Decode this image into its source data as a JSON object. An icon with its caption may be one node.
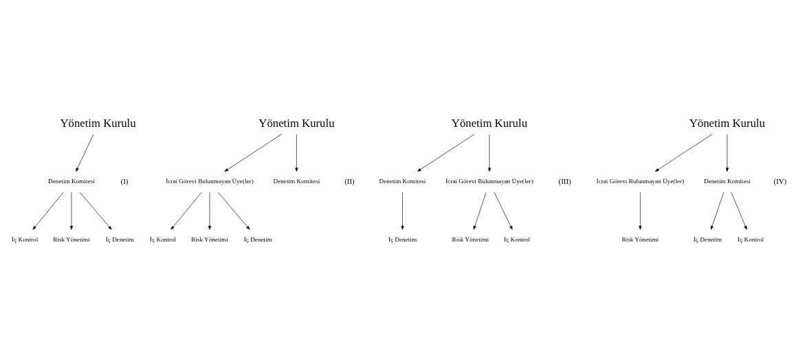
{
  "diagram": {
    "nodes": [
      {
        "text": [
          "Yönetim Kurulu"
        ]
      },
      {
        "text": [
          "Denetim Komitesi"
        ]
      },
      {
        "text": [
          "İç Kontrol"
        ]
      },
      {
        "text": [
          "Risk Yönetimi"
        ]
      },
      {
        "text": [
          "İç Denetim"
        ]
      },
      {
        "text": [
          "Yönetim Kurulu"
        ]
      },
      {
        "text": [
          "İcrai Görevi Bulunmayan Üye(ler)"
        ]
      },
      {
        "text": [
          "Denetim Komitesi"
        ]
      },
      {
        "text": [
          "İç Kontrol"
        ]
      },
      {
        "text": [
          "Risk Yönetimi"
        ]
      },
      {
        "text": [
          "İç Denetim"
        ]
      },
      {
        "text": [
          "Yönetim Kurulu"
        ]
      },
      {
        "text": [
          "Denetim Komitesi"
        ]
      },
      {
        "text": [
          "İcrai Görevi Bulunmayan Üye(ler)"
        ]
      },
      {
        "text": [
          "İç Denetim"
        ]
      },
      {
        "text": [
          "Risk Yönetimi"
        ]
      },
      {
        "text": [
          "İç Kontrol"
        ]
      },
      {
        "text": [
          "Yönetim Kurulu"
        ]
      },
      {
        "text": [
          "İcrai Görevi Bulunmayan Üye(ler)"
        ]
      },
      {
        "text": [
          "Denetim Komitesi"
        ]
      },
      {
        "text": [
          "Risk Yönetimi"
        ]
      },
      {
        "text": [
          "İç Denetim"
        ]
      },
      {
        "text": [
          "İç Kontrol"
        ]
      }
    ],
    "edges": [
      {
        "from": 0,
        "to": 1,
        "arrow": "to"
      },
      {
        "from": 1,
        "to": 2,
        "arrow": "to"
      },
      {
        "from": 1,
        "to": 3,
        "arrow": "to"
      },
      {
        "from": 1,
        "to": 4,
        "arrow": "to"
      },
      {
        "from": 5,
        "to": 6,
        "arrow": "to"
      },
      {
        "from": 5,
        "to": 7,
        "arrow": "to"
      },
      {
        "from": 6,
        "to": 8,
        "arrow": "to"
      },
      {
        "from": 6,
        "to": 9,
        "arrow": "to"
      },
      {
        "from": 6,
        "to": 10,
        "arrow": "to"
      },
      {
        "from": 11,
        "to": 12,
        "arrow": "to"
      },
      {
        "from": 11,
        "to": 13,
        "arrow": "to"
      },
      {
        "from": 12,
        "to": 14,
        "arrow": "to"
      },
      {
        "from": 13,
        "to": 15,
        "arrow": "to"
      },
      {
        "from": 13,
        "to": 16,
        "arrow": "to"
      },
      {
        "from": 17,
        "to": 18,
        "arrow": "to"
      },
      {
        "from": 17,
        "to": 19,
        "arrow": "to"
      },
      {
        "from": 18,
        "to": 20,
        "arrow": "to"
      },
      {
        "from": 19,
        "to": 21,
        "arrow": "to"
      },
      {
        "from": 19,
        "to": 22,
        "arrow": "to"
      }
    ],
    "labels": [
      "(I)",
      "(II)",
      "(III)",
      "(IV)"
    ]
  }
}
